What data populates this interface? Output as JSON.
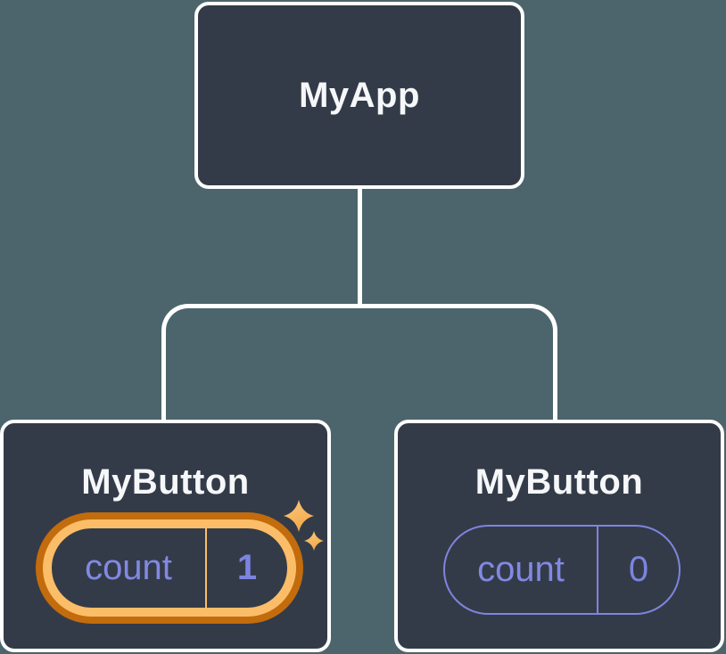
{
  "diagram": {
    "root": {
      "label": "MyApp"
    },
    "children": [
      {
        "label": "MyButton",
        "state": {
          "name": "count",
          "value": "1"
        },
        "highlighted": true,
        "icon": "sparkles-icon"
      },
      {
        "label": "MyButton",
        "state": {
          "name": "count",
          "value": "0"
        },
        "highlighted": false
      }
    ],
    "colors": {
      "background": "#4C656C",
      "node_fill": "#343B48",
      "node_border": "#FFFFFF",
      "label_text": "#F5F7F9",
      "state_purple": "#8189E2",
      "pill_border_purple": "#7D85DE",
      "highlight_gold": "#FBBD68",
      "highlight_orange": "#C26C0D",
      "sparkle_gold_light": "#FCC97E",
      "sparkle_gold_dark": "#F3A94A"
    }
  }
}
